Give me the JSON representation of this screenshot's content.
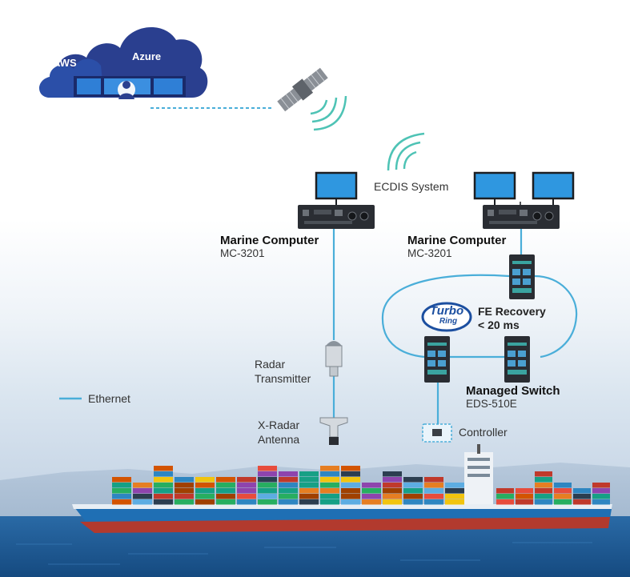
{
  "cloud": {
    "aws_label": "AWS",
    "azure_label": "Azure"
  },
  "ecdis": {
    "label": "ECDIS System"
  },
  "marine_computer_left": {
    "title": "Marine Computer",
    "model": "MC-3201"
  },
  "marine_computer_right": {
    "title": "Marine Computer",
    "model": "MC-3201"
  },
  "turbo_ring": {
    "logo_line1": "Turbo",
    "logo_line2": "Ring",
    "recovery_line1": "FE Recovery",
    "recovery_line2": "< 20 ms"
  },
  "managed_switch": {
    "title": "Managed Switch",
    "model": "EDS-510E"
  },
  "radar_transmitter": {
    "line1": "Radar",
    "line2": "Transmitter"
  },
  "radar_antenna": {
    "line1": "X-Radar",
    "line2": "Antenna"
  },
  "controller": {
    "label": "Controller"
  },
  "legend": {
    "ethernet_label": "Ethernet"
  },
  "colors": {
    "ethernet": "#4aaed9",
    "screen": "#2f97e0",
    "device": "#2a2d33",
    "hull": "#1f6fb4",
    "sea": "#1e5f9c"
  }
}
